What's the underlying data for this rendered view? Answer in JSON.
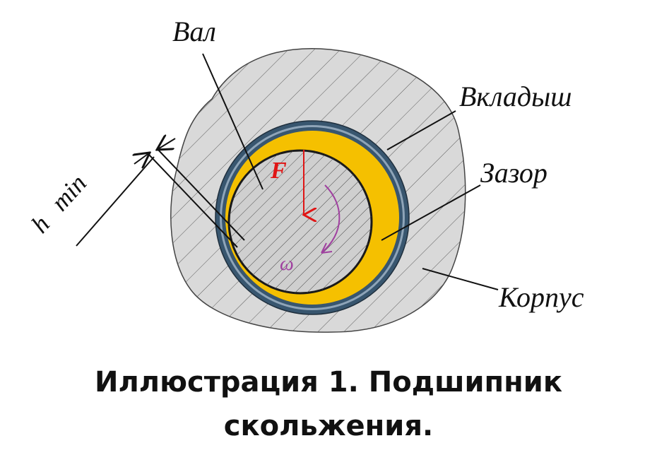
{
  "diagram": {
    "labels": {
      "shaft": "Вал",
      "liner": "Вкладыш",
      "gap": "Зазор",
      "housing": "Корпус",
      "hmin_h": "h",
      "hmin_min": "min",
      "force": "F",
      "omega": "ω"
    },
    "colors": {
      "housing_fill": "#d9d9d9",
      "liner_fill": "#f5c000",
      "ring_outline": "#38566f",
      "force_arrow": "#e01515",
      "omega_arrow": "#a040a0",
      "hatch": "#555555"
    }
  },
  "caption": {
    "line1": "Иллюстрация 1. Подшипник",
    "line2": "скольжения."
  }
}
